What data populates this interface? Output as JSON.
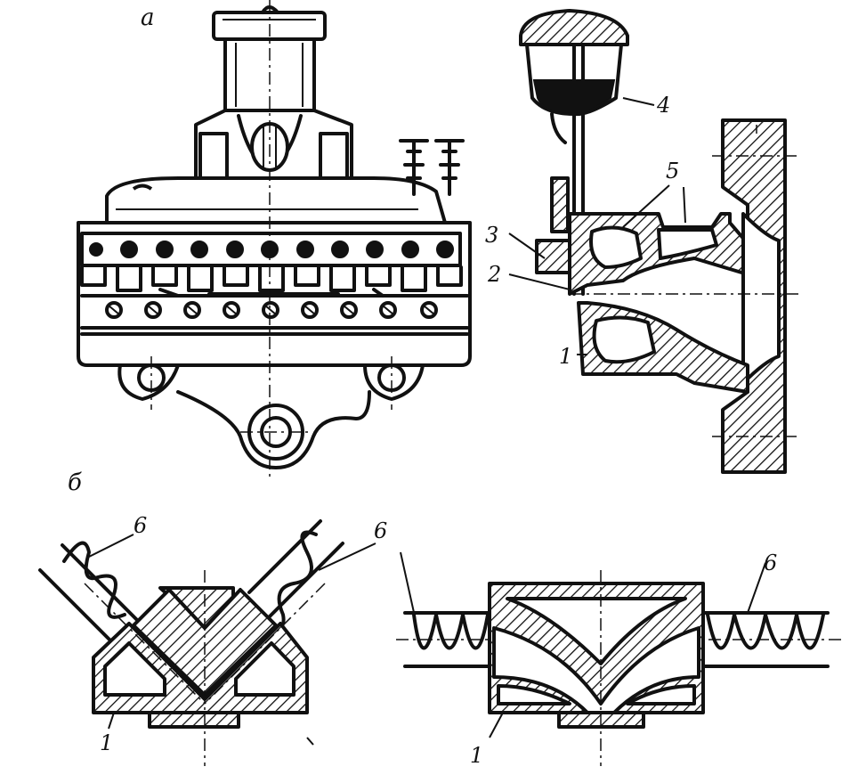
{
  "labels": {
    "view_a": "а",
    "view_b": "б",
    "part_1": "1",
    "part_2": "2",
    "part_3": "3",
    "part_4": "4",
    "part_5": "5",
    "part_6": "6"
  },
  "colors": {
    "ink": "#111111",
    "paper": "#ffffff"
  }
}
